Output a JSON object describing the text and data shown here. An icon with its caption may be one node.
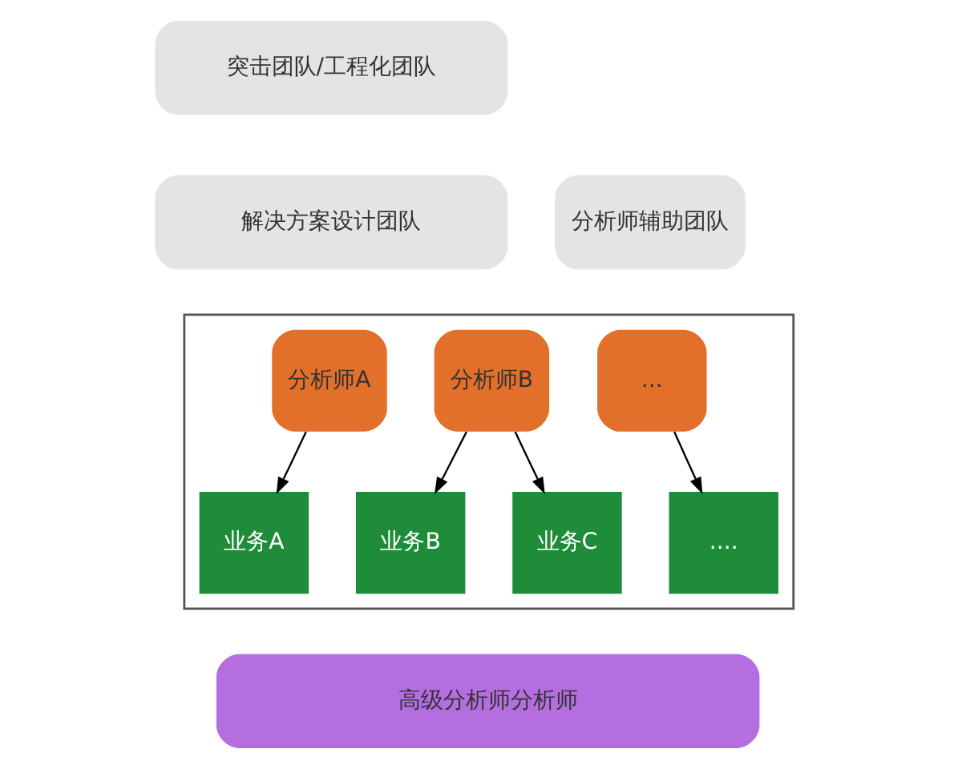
{
  "diagram": {
    "nodes": [
      {
        "text": [
          "突击团队/工程化团队"
        ]
      },
      {
        "text": [
          "解决方案设计团队"
        ]
      },
      {
        "text": [
          "分析师辅助团队"
        ]
      },
      {
        "text": [],
        "shape": "box"
      },
      {
        "text": [
          "分析师A"
        ],
        "in": 3
      },
      {
        "text": [
          "分析师B"
        ],
        "in": 3
      },
      {
        "text": [
          "..."
        ],
        "in": 3
      },
      {
        "text": [
          "业务A"
        ],
        "in": 3
      },
      {
        "text": [
          "业务B"
        ],
        "in": 3
      },
      {
        "text": [
          "业务C"
        ],
        "in": 3
      },
      {
        "text": [
          "...."
        ],
        "in": 3
      },
      {
        "text": [
          "高级分析师分析师"
        ]
      }
    ],
    "edges": [
      {
        "from": 4,
        "to": 7,
        "arrow": "to"
      },
      {
        "from": 5,
        "to": 8,
        "arrow": "to"
      },
      {
        "from": 5,
        "to": 9,
        "arrow": "to"
      },
      {
        "from": 6,
        "to": 10,
        "arrow": "to"
      }
    ]
  }
}
